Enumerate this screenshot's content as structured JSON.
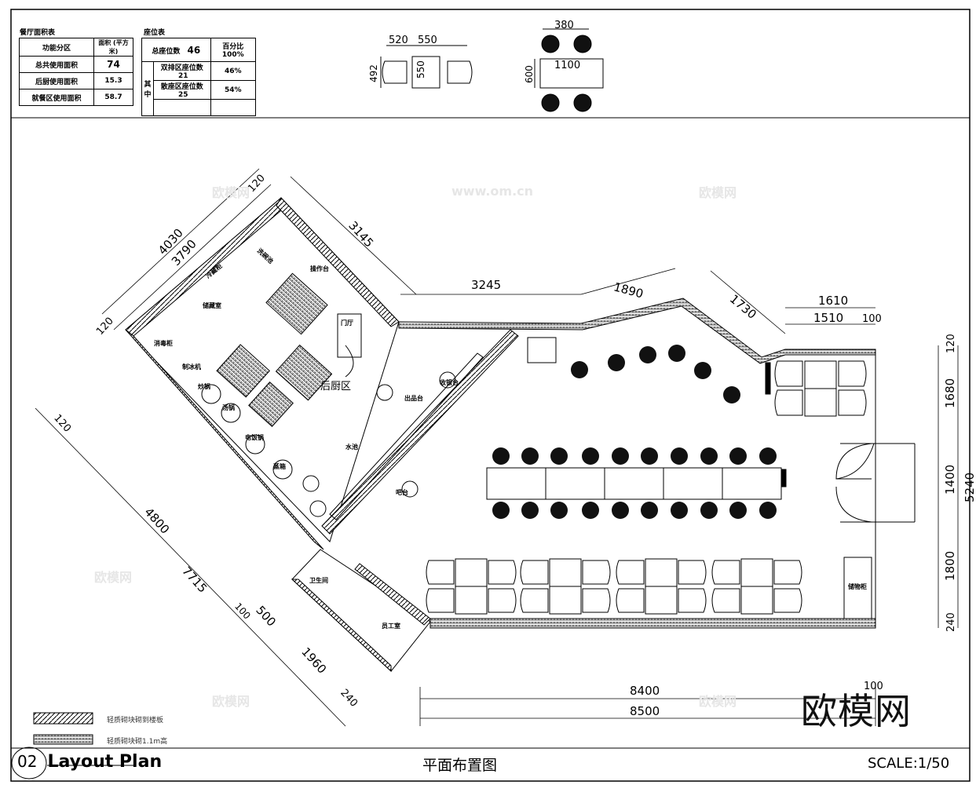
{
  "area_table": {
    "title": "餐厅面积表",
    "header_zone": "功能分区",
    "header_area": "面积\n(平方米)",
    "rows": [
      {
        "zone": "总共使用面积",
        "area": "74"
      },
      {
        "zone": "后厨使用面积",
        "area": "15.3"
      },
      {
        "zone": "就餐区使用面积",
        "area": "58.7"
      }
    ]
  },
  "seat_table": {
    "title": "座位表",
    "total_label": "总座位数",
    "total_value": "46",
    "pct_label": "百分比100%",
    "side_label_1": "其",
    "side_label_2": "中",
    "rows": [
      {
        "label": "双排区座位数",
        "count": "21",
        "pct": "46%"
      },
      {
        "label": "散座区座位数",
        "count": "25",
        "pct": "54%"
      }
    ]
  },
  "details": {
    "d1_a": "520",
    "d1_b": "550",
    "d1_c": "550",
    "d1_d": "492",
    "d2_a": "380",
    "d2_b": "1100",
    "d2_c": "600"
  },
  "dims": {
    "d4030": "4030",
    "d3790": "3790",
    "d120a": "120",
    "d120b": "120",
    "d3145": "3145",
    "d3245": "3245",
    "d1890": "1890",
    "d1730": "1730",
    "d1610": "1610",
    "d1510": "1510",
    "d100a": "100",
    "d120c": "120",
    "d1680": "1680",
    "d1400": "1400",
    "d5240": "5240",
    "d1800": "1800",
    "d240a": "240",
    "d120d": "120",
    "d4800": "4800",
    "d7715": "7715",
    "d100b": "100",
    "d500": "500",
    "d1960": "1960",
    "d240b": "240",
    "d8400": "8400",
    "d8500": "8500",
    "d100c": "100"
  },
  "rooms": {
    "kitchen": "后厨区",
    "r1": "洗碗池",
    "r2": "操作台",
    "r3": "冷藏柜",
    "r4": "储藏室",
    "r5": "消毒柜",
    "r6": "制冰机",
    "r7": "炒锅",
    "r8": "汤锅",
    "r9": "电饭锅",
    "r10": "蒸箱",
    "r11": "出品台",
    "r12": "收银台",
    "r13": "卫生间",
    "r14": "员工室",
    "r15": "门厅",
    "r16": "吧台",
    "r17": "水池",
    "r18": "储物柜"
  },
  "legend": {
    "item1": "轻质砌块砌到楼板",
    "item2": "轻质砌块砌1.1m高"
  },
  "footer": {
    "code": "02",
    "plan_en": "Layout Plan",
    "plan_cn": "平面布置图",
    "scale": "SCALE:1/50",
    "watermark": "欧模网"
  },
  "watermarks": [
    "欧模网",
    "www.om.cn"
  ]
}
